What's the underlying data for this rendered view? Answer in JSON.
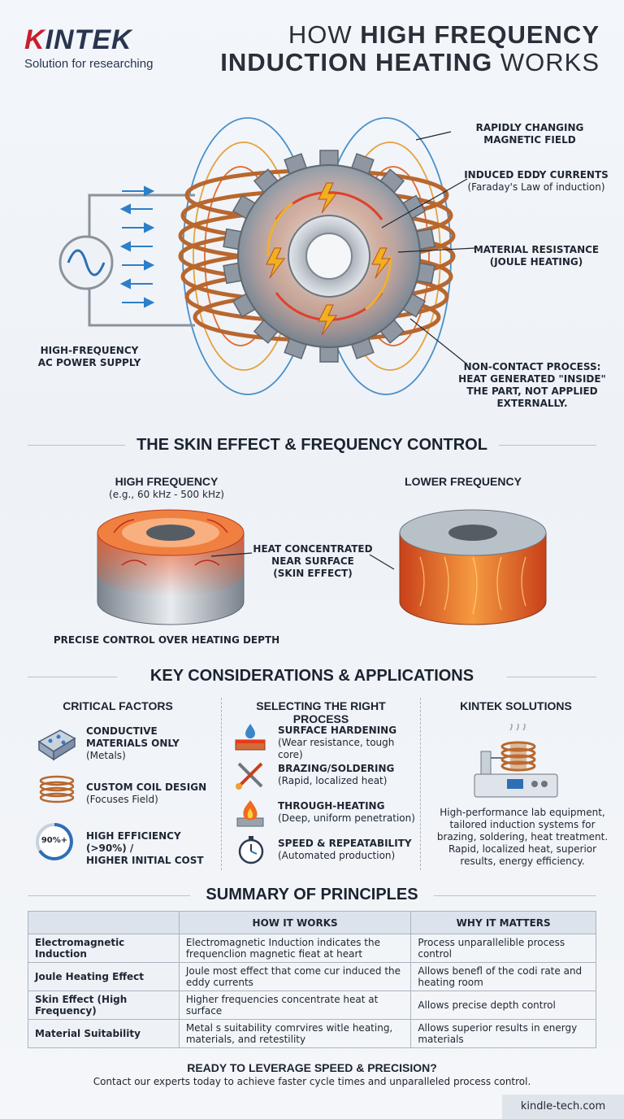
{
  "header": {
    "brand_name": "KINTEK",
    "brand_tagline": "Solution for researching",
    "title_line1_light": "HOW ",
    "title_line1_bold": "HIGH FREQUENCY",
    "title_line2_bold": "INDUCTION HEATING",
    "title_line2_light": " WORKS"
  },
  "diagram": {
    "power_supply_label_1": "HIGH-FREQUENCY",
    "power_supply_label_2": "AC POWER SUPPLY",
    "callouts": {
      "magnetic_field_1": "RAPIDLY CHANGING",
      "magnetic_field_2": "MAGNETIC FIELD",
      "eddy_title": "INDUCED EDDY CURRENTS",
      "eddy_sub": "(Faraday's Law of induction)",
      "resistance_1": "MATERIAL RESISTANCE",
      "resistance_2": "(JOULE HEATING)",
      "noncontact_1": "NON-CONTACT PROCESS:",
      "noncontact_2": "HEAT GENERATED \"INSIDE\"",
      "noncontact_3": "THE PART, NOT APPLIED",
      "noncontact_4": "EXTERNALLY."
    },
    "colors": {
      "coil": "#b8672e",
      "field": "#4a8fc8",
      "gear": "#9aa3ad",
      "heat": "#e0402a"
    }
  },
  "skin_effect": {
    "heading": "THE SKIN EFFECT & FREQUENCY CONTROL",
    "high_title": "HIGH FREQUENCY",
    "high_sub": "(e.g., 60 kHz - 500 kHz)",
    "low_title": "LOWER FREQUENCY",
    "callout_1": "HEAT CONCENTRATED",
    "callout_2": "NEAR SURFACE",
    "callout_3": "(SKIN EFFECT)",
    "caption": "PRECISE CONTROL OVER HEATING DEPTH"
  },
  "considerations": {
    "heading": "KEY CONSIDERATIONS & APPLICATIONS",
    "critical": {
      "title": "CRITICAL FACTORS",
      "items": [
        {
          "icon": "metal-block-icon",
          "title_1": "CONDUCTIVE",
          "title_2": "MATERIALS ONLY",
          "sub": "(Metals)"
        },
        {
          "icon": "coil-icon",
          "title_1": "CUSTOM COIL DESIGN",
          "title_2": "",
          "sub": "(Focuses Field)"
        },
        {
          "icon": "efficiency-gauge-icon",
          "badge": "90%+",
          "title_1": "HIGH EFFICIENCY (>90%) /",
          "title_2": "HIGHER INITIAL COST",
          "sub": ""
        }
      ]
    },
    "process": {
      "title": "SELECTING THE RIGHT PROCESS",
      "items": [
        {
          "icon": "surface-hardening-icon",
          "title": "SURFACE HARDENING",
          "sub": "(Wear resistance, tough core)"
        },
        {
          "icon": "brazing-tools-icon",
          "title": "BRAZING/SOLDERING",
          "sub": "(Rapid, localized heat)"
        },
        {
          "icon": "flame-icon",
          "title": "THROUGH-HEATING",
          "sub": "(Deep, uniform penetration)"
        },
        {
          "icon": "stopwatch-icon",
          "title": "SPEED & REPEATABILITY",
          "sub": "(Automated production)"
        }
      ]
    },
    "solutions": {
      "title": "KINTEK SOLUTIONS",
      "text_lines": [
        "High-performance lab equipment,",
        "tailored induction systems for",
        "brazing, soldering, heat treatment.",
        "Rapid, localized heat, superior",
        "results, energy efficiency."
      ]
    }
  },
  "summary": {
    "heading": "SUMMARY OF PRINCIPLES",
    "columns": [
      "",
      "HOW IT WORKS",
      "WHY IT MATTERS"
    ],
    "rows": [
      [
        "Electromagnetic Induction",
        "Electromagnetic Induction indicates the frequenclion magnetic fieat at heart",
        "Process unparallelible process control"
      ],
      [
        "Joule Heating Effect",
        "Joule most effect that come cur induced the eddy currents",
        "Allows benefl of the codi rate and heating room"
      ],
      [
        "Skin Effect (High Frequency)",
        "Higher frequencies concentrate heat at surface",
        "Allows precise depth control"
      ],
      [
        "Material Suitability",
        "Metal s suitability comrvires witle heating, materials, and retestility",
        "Allows superior results in energy materials"
      ]
    ]
  },
  "cta": {
    "title": "READY TO LEVERAGE SPEED & PRECISION?",
    "sub": "Contact our experts today to achieve faster cycle times and unparalleled process control."
  },
  "footer": {
    "url": "kindle-tech.com"
  }
}
